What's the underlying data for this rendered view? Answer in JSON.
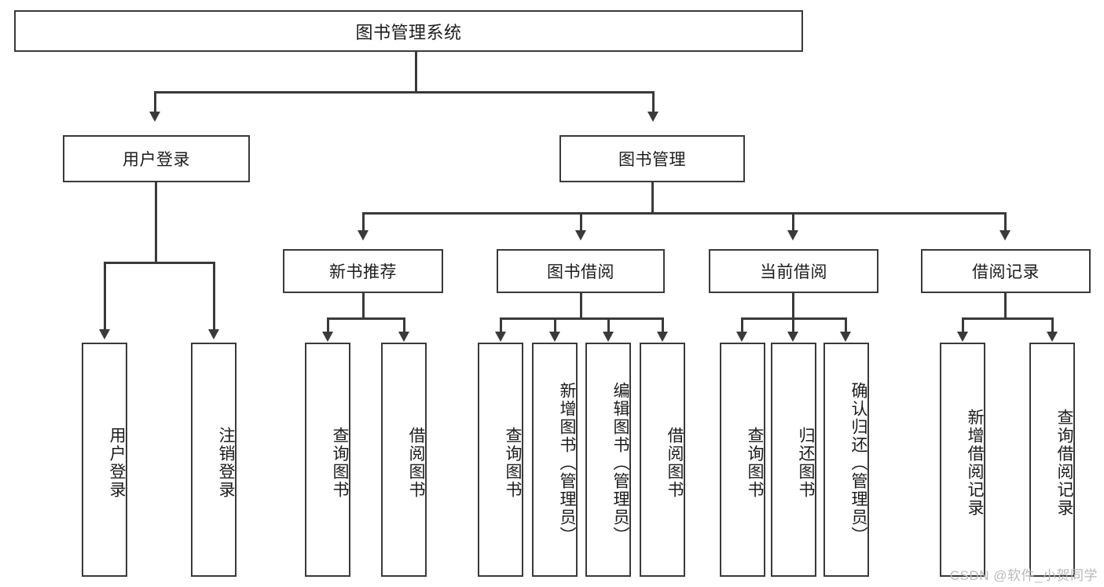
{
  "diagram": {
    "title": "图书管理系统",
    "type": "tree",
    "watermark": "CSDN @软件_小贺同学",
    "colors": {
      "box_border": "#3a3a3a",
      "box_fill": "#ffffff",
      "connector": "#3a3a3a",
      "text": "#1c1c1c",
      "watermark": "#b9b9b9",
      "background": "#ffffff"
    },
    "root": {
      "label": "图书管理系统"
    },
    "level2": [
      {
        "label": "用户登录"
      },
      {
        "label": "图书管理"
      }
    ],
    "level3": [
      {
        "label": "新书推荐"
      },
      {
        "label": "图书借阅"
      },
      {
        "label": "当前借阅"
      },
      {
        "label": "借阅记录"
      }
    ],
    "leaves": {
      "user_login": [
        {
          "label": "用户登录"
        },
        {
          "label": "注销登录"
        }
      ],
      "new_book_recommend": [
        {
          "label": "查询图书"
        },
        {
          "label": "借阅图书"
        }
      ],
      "book_borrow": [
        {
          "label": "查询图书"
        },
        {
          "label": "新增图书（管理员）"
        },
        {
          "label": "编辑图书（管理员）"
        },
        {
          "label": "借阅图书"
        }
      ],
      "current_borrow": [
        {
          "label": "查询图书"
        },
        {
          "label": "归还图书"
        },
        {
          "label": "确认归还（管理员）"
        }
      ],
      "borrow_record": [
        {
          "label": "新增借阅记录"
        },
        {
          "label": "查询借阅记录"
        }
      ]
    }
  }
}
